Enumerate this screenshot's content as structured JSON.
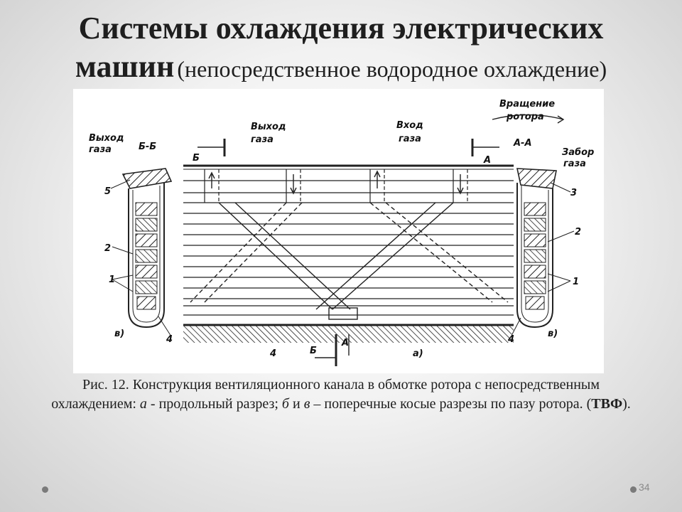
{
  "title": {
    "line1": "Системы охлаждения электрических",
    "line2_bold": "машин",
    "line2_sub": "(непосредственное водородное охлаждение)"
  },
  "figure": {
    "labels": {
      "gas_out_left": [
        "Выход",
        "газа"
      ],
      "section_b": "Б-Б",
      "gas_out_top": [
        "Выход",
        "газа"
      ],
      "gas_in_top": [
        "Вход",
        "газа"
      ],
      "rotation": [
        "Вращение",
        "ротора"
      ],
      "section_a": "А-А",
      "gas_intake": [
        "Забор",
        "газа"
      ],
      "mark_b": "Б",
      "mark_a": "А",
      "n5": "5",
      "n2": "2",
      "n1": "1",
      "n4": "4",
      "n3": "3",
      "view_v": "в)",
      "view_a": "а)"
    }
  },
  "caption": {
    "part1": "Рис. 12. Конструкция вентиляционного канала в обмотке ротора с непосредственным охлаждением: ",
    "a": "а",
    "part2": " - продольный разрез; ",
    "b": "б",
    "and": " и ",
    "v": "в",
    "part3": " – поперечные косые разрезы по пазу ротора. (",
    "tvf": "ТВФ",
    "part4": ")."
  },
  "page_number": "34"
}
